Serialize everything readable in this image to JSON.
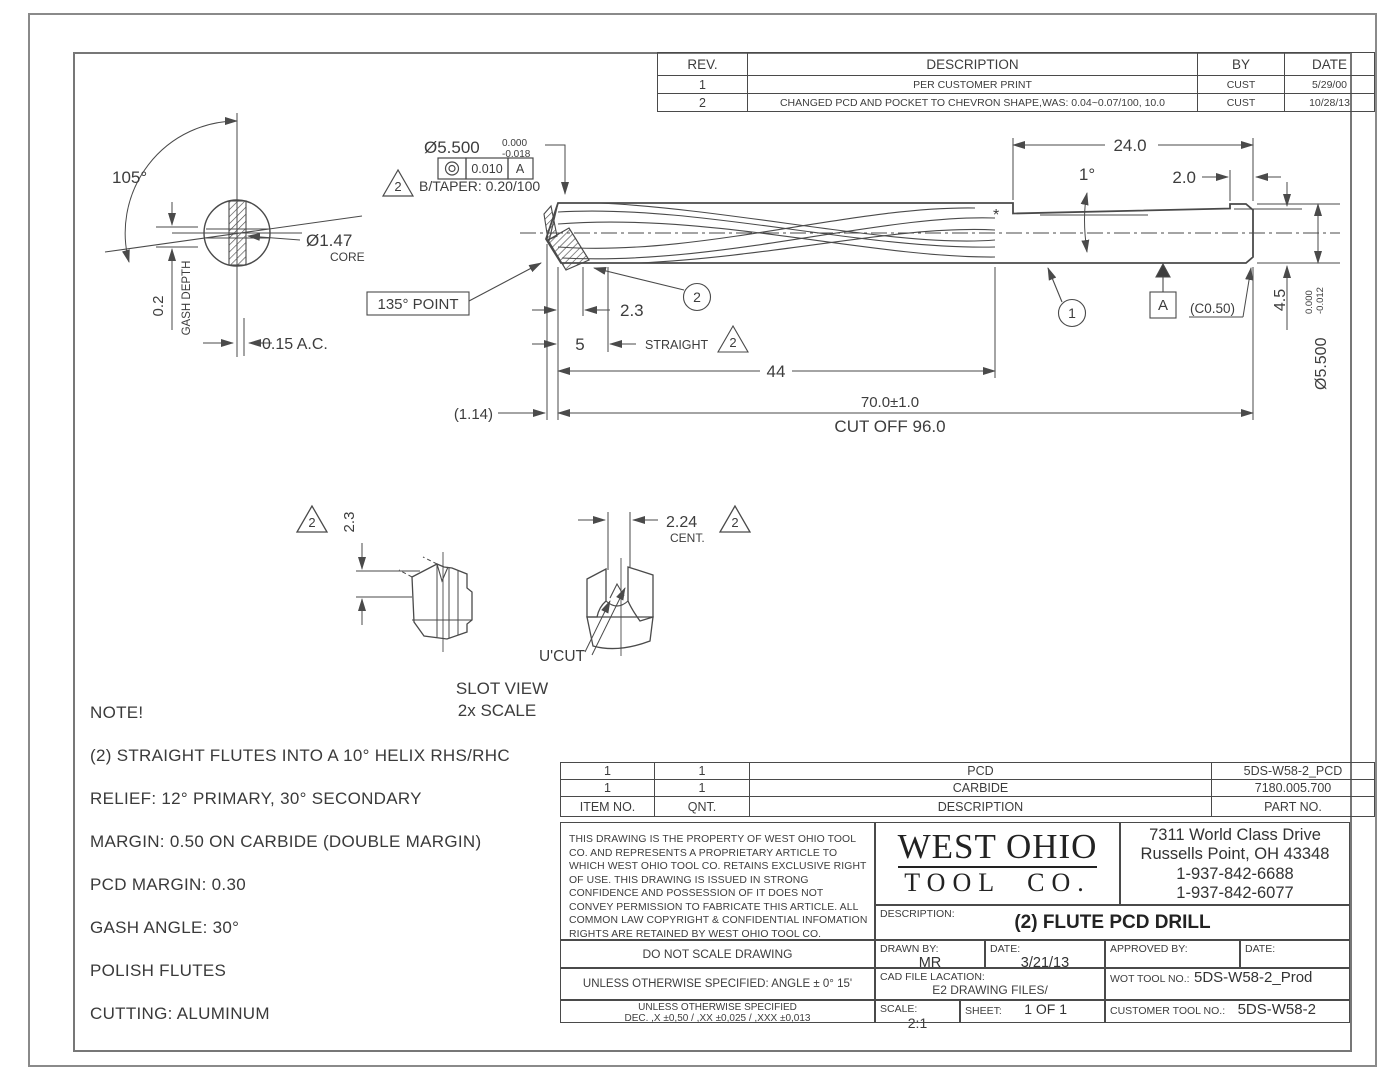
{
  "rev_table": {
    "headers": {
      "rev": "REV.",
      "description": "DESCRIPTION",
      "by": "BY",
      "date": "DATE"
    },
    "rows": [
      {
        "rev": "1",
        "description": "PER CUSTOMER PRINT",
        "by": "CUST",
        "date": "5/29/00"
      },
      {
        "rev": "2",
        "description": "CHANGED PCD AND POCKET TO CHEVRON SHAPE,WAS: 0.04~0.07/100, 10.0",
        "by": "CUST",
        "date": "10/28/13"
      }
    ]
  },
  "drawing": {
    "rev_flag": "2",
    "end_view": {
      "angle": "105°",
      "core_dia": "Ø1.47",
      "core_label": "CORE",
      "gash_value": "0.2",
      "gash_label": "GASH DEPTH",
      "ac": "0.15 A.C."
    },
    "front_callout": {
      "dia": "Ø5.500",
      "tol_hi": "0.000",
      "tol_lo": "-0.018",
      "fcf_value": "0.010",
      "fcf_datum": "A",
      "btaper": "B/TAPER: 0.20/100"
    },
    "labels": {
      "point": "135° POINT",
      "straight": "STRAIGHT",
      "star": "*",
      "balloon_carbide": "1",
      "balloon_pcd": "2",
      "datum": "A",
      "chamfer": "(C0.50)"
    },
    "dims": {
      "d23": "2.3",
      "d5": "5",
      "d44": "44",
      "d114": "(1.14)",
      "d70": "70.0±1.0",
      "cutoff": "CUT OFF 96.0",
      "d24": "24.0",
      "a1": "1°",
      "d20": "2.0",
      "d45": "4.5",
      "shank_dia": "Ø5.500",
      "shank_tol_hi": "0.000",
      "shank_tol_lo": "-0.012"
    },
    "detail": {
      "d23": "2.3",
      "d224": "2.24",
      "cent": "CENT.",
      "ucut": "U'CUT",
      "view_line1": "SLOT VIEW",
      "view_line2": "2x SCALE"
    }
  },
  "notes": {
    "title": "NOTE!",
    "lines": [
      "(2) STRAIGHT FLUTES INTO A 10° HELIX RHS/RHC",
      "RELIEF: 12° PRIMARY, 30° SECONDARY",
      "MARGIN: 0.50  ON CARBIDE (DOUBLE MARGIN)",
      "PCD MARGIN: 0.30",
      "GASH ANGLE: 30°",
      "POLISH FLUTES",
      "CUTTING: ALUMINUM"
    ]
  },
  "bom": {
    "headers": {
      "item": "ITEM NO.",
      "qnt": "QNT.",
      "description": "DESCRIPTION",
      "part": "PART NO."
    },
    "rows": [
      {
        "item": "1",
        "qnt": "1",
        "description": "PCD",
        "part": "5DS-W58-2_PCD"
      },
      {
        "item": "1",
        "qnt": "1",
        "description": "CARBIDE",
        "part": "7180.005.700"
      }
    ]
  },
  "title_block": {
    "legal": "THIS DRAWING IS THE PROPERTY OF WEST OHIO TOOL CO. AND REPRESENTS A PROPRIETARY ARTICLE TO WHICH WEST OHIO TOOL CO. RETAINS EXCLUSIVE RIGHT OF USE. THIS DRAWING IS ISSUED IN STRONG CONFIDENCE AND POSSESSION OF IT DOES NOT CONVEY PERMISSION  TO FABRICATE THIS ARTICLE. ALL COMMON LAW COPYRIGHT & CONFIDENTIAL INFOMATION RIGHTS ARE RETAINED BY WEST OHIO TOOL CO.",
    "do_not_scale": "DO NOT SCALE DRAWING",
    "unless_angle": "UNLESS OTHERWISE SPECIFIED: ANGLE ± 0° 15'",
    "unless_dec_line1": "UNLESS OTHERWISE SPECIFIED",
    "unless_dec_line2": "DEC. ,X ±0,50 / ,XX ±0,025 / ,XXX ±0,013",
    "company_line1": "WEST OHIO",
    "company_line2": "TOOL  CO.",
    "address_line1": "7311 World Class Drive",
    "address_line2": "Russells Point, OH 43348",
    "address_line3": "1-937-842-6688",
    "address_line4": "1-937-842-6077",
    "description_label": "DESCRIPTION:",
    "description_value": "(2) FLUTE PCD DRILL",
    "drawn_by_label": "DRAWN BY:",
    "drawn_by_value": "MR",
    "date_label": "DATE:",
    "date_value": "3/21/13",
    "approved_by_label": "APPROVED BY:",
    "approved_date_label": "DATE:",
    "cad_label": "CAD FILE LACATION:",
    "cad_value": "E2 DRAWING FILES/",
    "wot_label": "WOT TOOL NO.:",
    "wot_value": "5DS-W58-2_Prod",
    "scale_label": "SCALE:",
    "scale_value": "2:1",
    "sheet_label": "SHEET:",
    "sheet_value": "1 OF 1",
    "customer_label": "CUSTOMER TOOL NO.:",
    "customer_value": "5DS-W58-2"
  }
}
